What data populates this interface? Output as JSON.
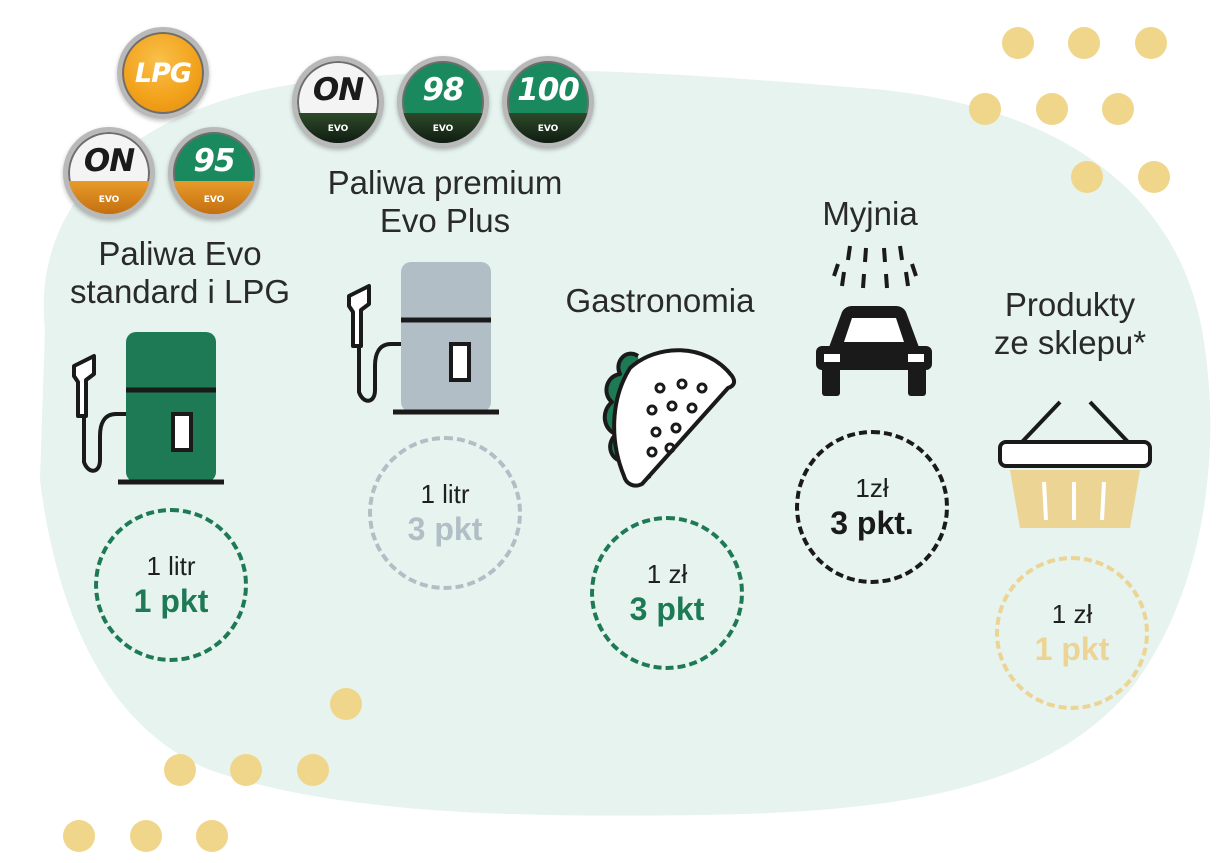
{
  "colors": {
    "background_blob": "#e6f3ee",
    "dot": "#f0d68a",
    "green": "#1e7a55",
    "grey": "#b1bec6",
    "black": "#1a1a1a",
    "gold": "#ecd494"
  },
  "badges": [
    {
      "id": "lpg",
      "text": "LPG",
      "icon": "lpg-badge-icon"
    },
    {
      "id": "on-standard",
      "text": "ON",
      "icon": "on-standard-badge-icon"
    },
    {
      "id": "95",
      "text": "95",
      "icon": "95-badge-icon"
    },
    {
      "id": "on-premium",
      "text": "ON",
      "icon": "on-premium-badge-icon"
    },
    {
      "id": "98",
      "text": "98",
      "icon": "98-badge-icon"
    },
    {
      "id": "100",
      "text": "100",
      "icon": "100-badge-icon"
    }
  ],
  "badge_mini_text": {
    "standard": "EVO",
    "premium": "EVO"
  },
  "categories": [
    {
      "id": "standard",
      "title_lines": [
        "Paliwa Evo",
        "standard i LPG"
      ],
      "icon": "fuel-pump-green-icon",
      "amount": "1 litr",
      "points": "1 pkt",
      "points_color": "#1e7a55"
    },
    {
      "id": "premium",
      "title_lines": [
        "Paliwa premium",
        "Evo Plus"
      ],
      "icon": "fuel-pump-grey-icon",
      "amount": "1 litr",
      "points": "3 pkt",
      "points_color": "#b1bec6"
    },
    {
      "id": "gastronomy",
      "title_lines": [
        "Gastronomia"
      ],
      "icon": "taco-icon",
      "amount": "1 zł",
      "points": "3 pkt",
      "points_color": "#1e7a55"
    },
    {
      "id": "carwash",
      "title_lines": [
        "Myjnia"
      ],
      "icon": "car-wash-icon",
      "amount": "1zł",
      "points": "3 pkt.",
      "points_color": "#1a1a1a"
    },
    {
      "id": "shop",
      "title_lines": [
        "Produkty",
        "ze sklepu*"
      ],
      "icon": "shopping-basket-icon",
      "amount": "1 zł",
      "points": "1 pkt",
      "points_color": "#ecd494"
    }
  ]
}
